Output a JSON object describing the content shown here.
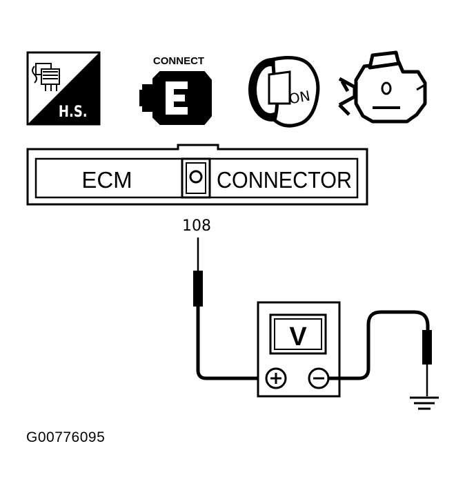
{
  "icons": {
    "hot_soak": {
      "text": "H.S.",
      "icon": "hot-soak-icon"
    },
    "connect": {
      "text": "CONNECT",
      "letter": "E",
      "icon": "connect-connector-icon"
    },
    "ignition": {
      "text": "ON",
      "icon": "ignition-key-on-icon"
    },
    "engine": {
      "icon": "engine-icon"
    }
  },
  "connector": {
    "left_label": "ECM",
    "right_label": "CONNECTOR",
    "pin_number": "108"
  },
  "meter": {
    "display": "V",
    "plus": "+",
    "minus": "−"
  },
  "figure_id": "G00776095",
  "colors": {
    "ink": "#000000",
    "paper": "#ffffff"
  }
}
